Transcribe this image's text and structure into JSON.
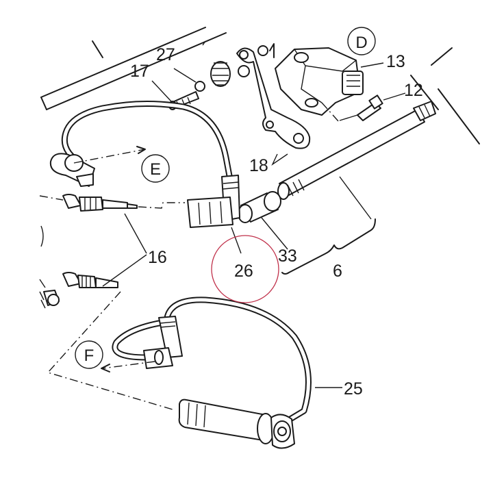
{
  "callouts": {
    "p27": "27",
    "p17": "17",
    "p13": "13",
    "p12": "12",
    "p18": "18",
    "p16": "16",
    "p26": "26",
    "p33": "33",
    "p6": "6",
    "p25": "25"
  },
  "views": {
    "d": "D",
    "e": "E",
    "f": "F"
  },
  "highlight": {
    "target": "26",
    "color": "#c0304a"
  }
}
